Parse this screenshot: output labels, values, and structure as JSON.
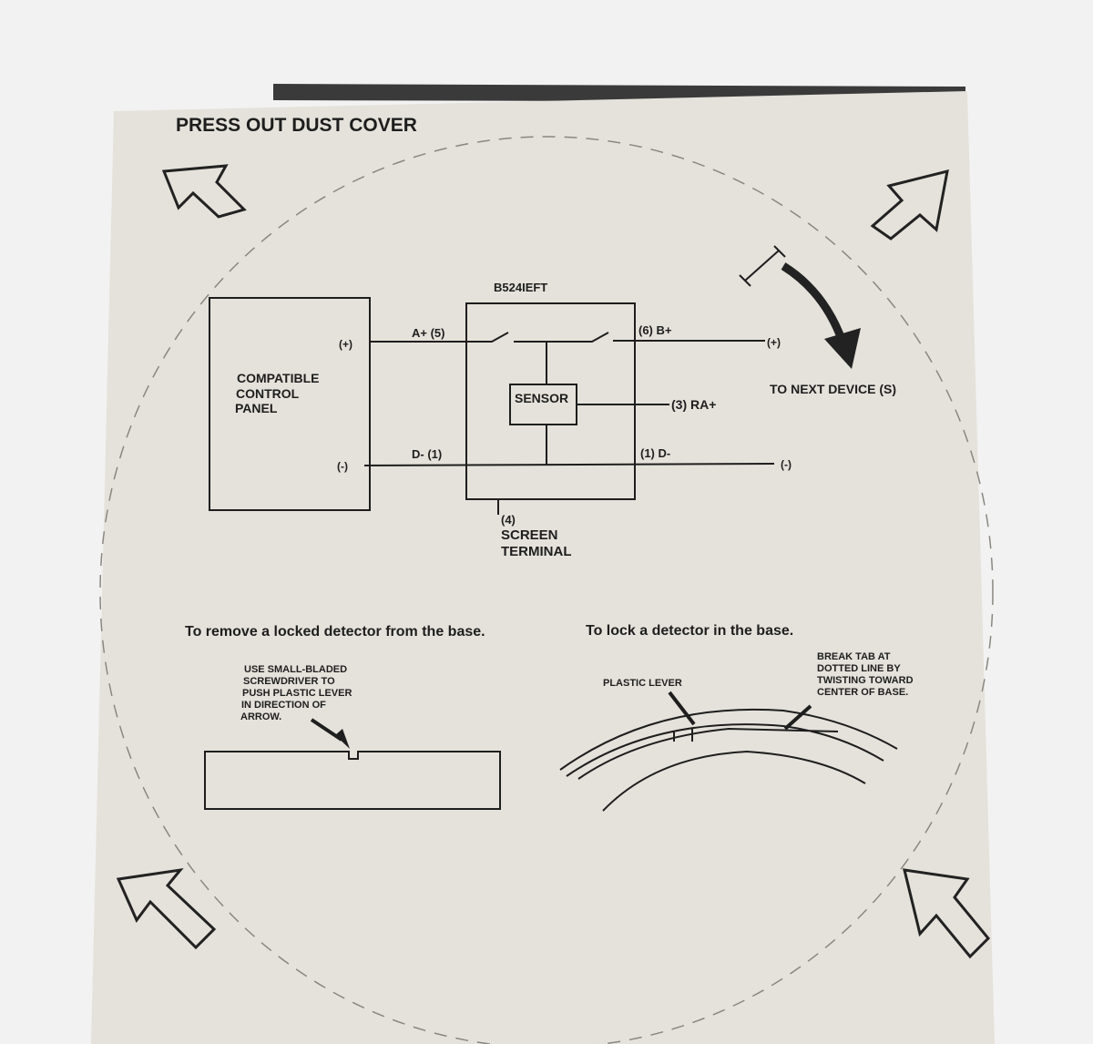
{
  "card": {
    "heading": "PRESS OUT DUST COVER",
    "background": "#e5e2db"
  },
  "wiring": {
    "device_label": "B524IEFT",
    "panel_lines": [
      "COMPATIBLE",
      "CONTROL",
      "PANEL"
    ],
    "panel_plus": "(+)",
    "panel_minus": "(-)",
    "a_plus": "A+ (5)",
    "d_minus_in": "D- (1)",
    "b_plus": "(6) B+",
    "d_minus_out": "(1) D-",
    "sensor": "SENSOR",
    "ra_plus": "(3) RA+",
    "screen_lines": [
      "(4)",
      "SCREEN",
      "TERMINAL"
    ],
    "next_plus": "(+)",
    "next_minus": "(-)",
    "next_device": "TO NEXT DEVICE (S)"
  },
  "remove": {
    "title": "To remove a locked detector from the base.",
    "instructions": [
      "USE SMALL-BLADED",
      "SCREWDRIVER TO",
      "PUSH PLASTIC LEVER",
      "IN DIRECTION OF",
      "ARROW."
    ]
  },
  "lock": {
    "title": "To lock a detector in the base.",
    "lever_label": "PLASTIC LEVER",
    "tab_lines": [
      "BREAK TAB AT",
      "DOTTED LINE BY",
      "TWISTING TOWARD",
      "CENTER OF BASE."
    ]
  }
}
